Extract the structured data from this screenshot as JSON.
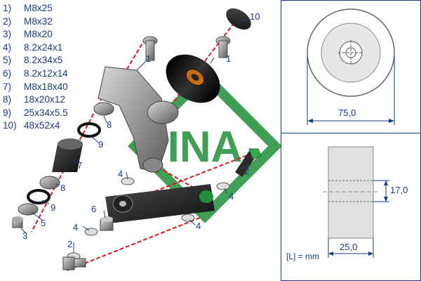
{
  "parts_list": [
    {
      "num": "1)",
      "spec": "M8x25"
    },
    {
      "num": "2)",
      "spec": "M8x32"
    },
    {
      "num": "3)",
      "spec": "M8x20"
    },
    {
      "num": "4)",
      "spec": "8.2x24x1"
    },
    {
      "num": "5)",
      "spec": "8.2x34x5"
    },
    {
      "num": "6)",
      "spec": "8.2x12x14"
    },
    {
      "num": "7)",
      "spec": "M8x18x40"
    },
    {
      "num": "8)",
      "spec": "18x20x12"
    },
    {
      "num": "9)",
      "spec": "25x34x5.5"
    },
    {
      "num": "10)",
      "spec": "48x52x4"
    }
  ],
  "callouts": {
    "c10": "10",
    "c1": "1",
    "c8a": "8",
    "c9a": "9",
    "c7": "7",
    "c4a": "4",
    "c2a": "2",
    "c4b": "4",
    "c8b": "8",
    "c9b": "9",
    "c5": "5",
    "c6": "6",
    "c4c": "4",
    "c4d": "4",
    "c3": "3",
    "c2b": "2"
  },
  "logo_text": "INA",
  "dimensions": {
    "diameter": "75,0",
    "width": "25,0",
    "bore": "17,0",
    "unit_note": "[L] = mm"
  },
  "colors": {
    "line": "#1b3a86",
    "brand_green": "#1f8f3a",
    "axis_red": "#e0141c"
  }
}
